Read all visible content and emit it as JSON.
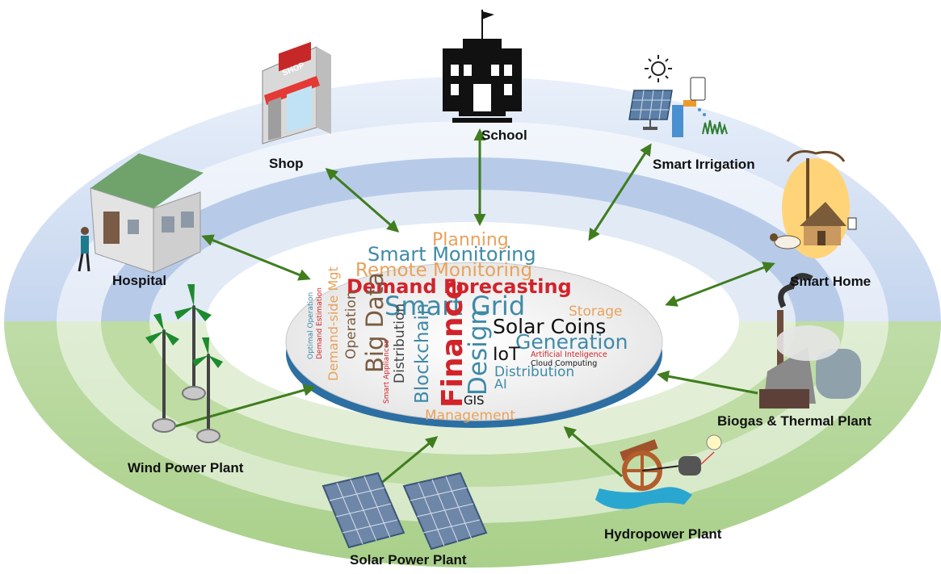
{
  "nodes": {
    "shop": {
      "label": "Shop",
      "sign": "SHOP"
    },
    "school": {
      "label": "School"
    },
    "irrigation": {
      "label": "Smart Irrigation"
    },
    "hospital": {
      "label": "Hospital"
    },
    "smart_home": {
      "label": "Smart Home"
    },
    "biogas": {
      "label": "Biogas & Thermal Plant"
    },
    "wind": {
      "label": "Wind Power Plant"
    },
    "hydro": {
      "label": "Hydropower Plant"
    },
    "solar": {
      "label": "Solar Power Plant"
    }
  },
  "word_cloud": {
    "planning": "Planning",
    "smart_monitoring": "Smart Monitoring",
    "remote_monitoring": "Remote Monitoring",
    "demand_forecasting": "Demand Forecasting",
    "smart_grid": "Smart Grid",
    "storage": "Storage",
    "solar_coins": "Solar Coins",
    "generation": "Generation",
    "iot": "IoT",
    "artificial_intelligence": "Artificial Inteligence",
    "cloud_computing": "Cloud Computing",
    "distribution_small": "Distribution",
    "ai": "AI",
    "gis": "GIS",
    "management": "Management",
    "finance": "Finance",
    "design": "Design",
    "blockchain": "Blockchain",
    "distribution_vertical": "Distribution",
    "smart_appliances": "Smart Appliances",
    "big_data": "Big Data",
    "operation": "Operation",
    "demand_side_mgt": "Demand-side Mgt",
    "demand_estimation": "Demand Estimation",
    "optimal_operation": "Optimal Operation"
  },
  "colors": {
    "consumer_ring": "#c9d8ef",
    "generation_ring": "#b5d79a",
    "arrow": "#3f7d1e",
    "disc_rim": "#2d6fa3"
  }
}
